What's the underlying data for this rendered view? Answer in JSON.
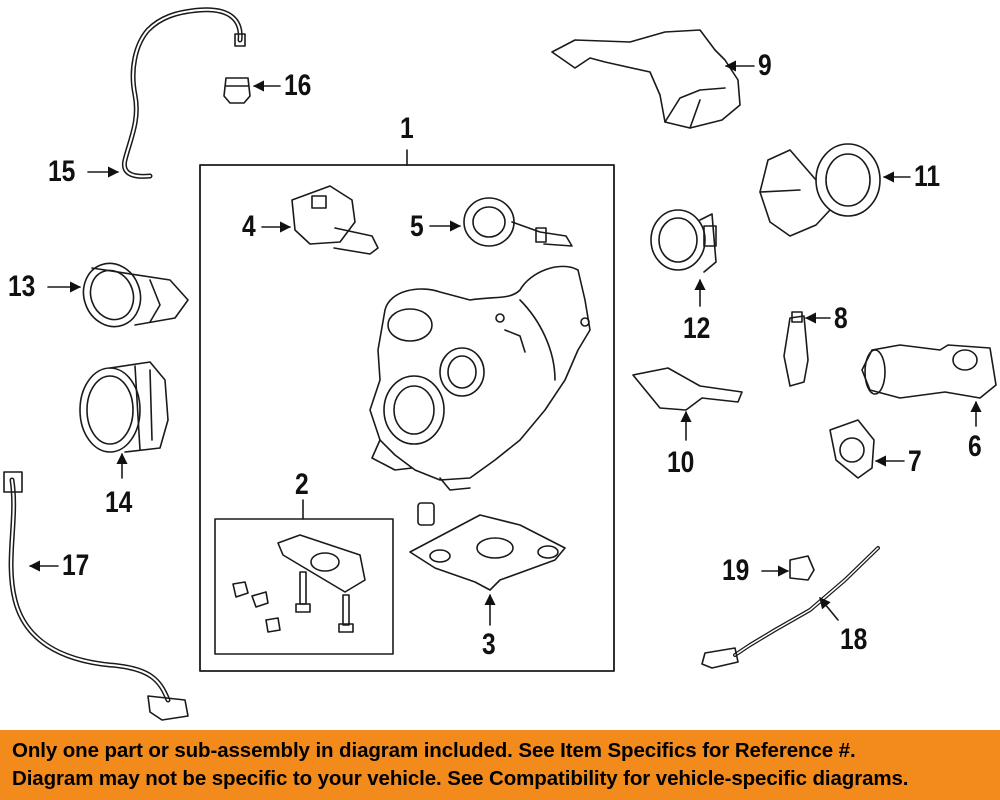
{
  "callouts": {
    "c1": "1",
    "c2": "2",
    "c3": "3",
    "c4": "4",
    "c5": "5",
    "c6": "6",
    "c7": "7",
    "c8": "8",
    "c9": "9",
    "c10": "10",
    "c11": "11",
    "c12": "12",
    "c13": "13",
    "c14": "14",
    "c15": "15",
    "c16": "16",
    "c17": "17",
    "c18": "18",
    "c19": "19"
  },
  "banner": {
    "line1": "Only one part or sub-assembly in diagram included. See Item Specifics for Reference #.",
    "line2": "Diagram may not be specific to your vehicle. See Compatibility for vehicle-specific diagrams."
  },
  "colors": {
    "banner_bg": "#f28b1c",
    "line": "#1a1a1a"
  }
}
